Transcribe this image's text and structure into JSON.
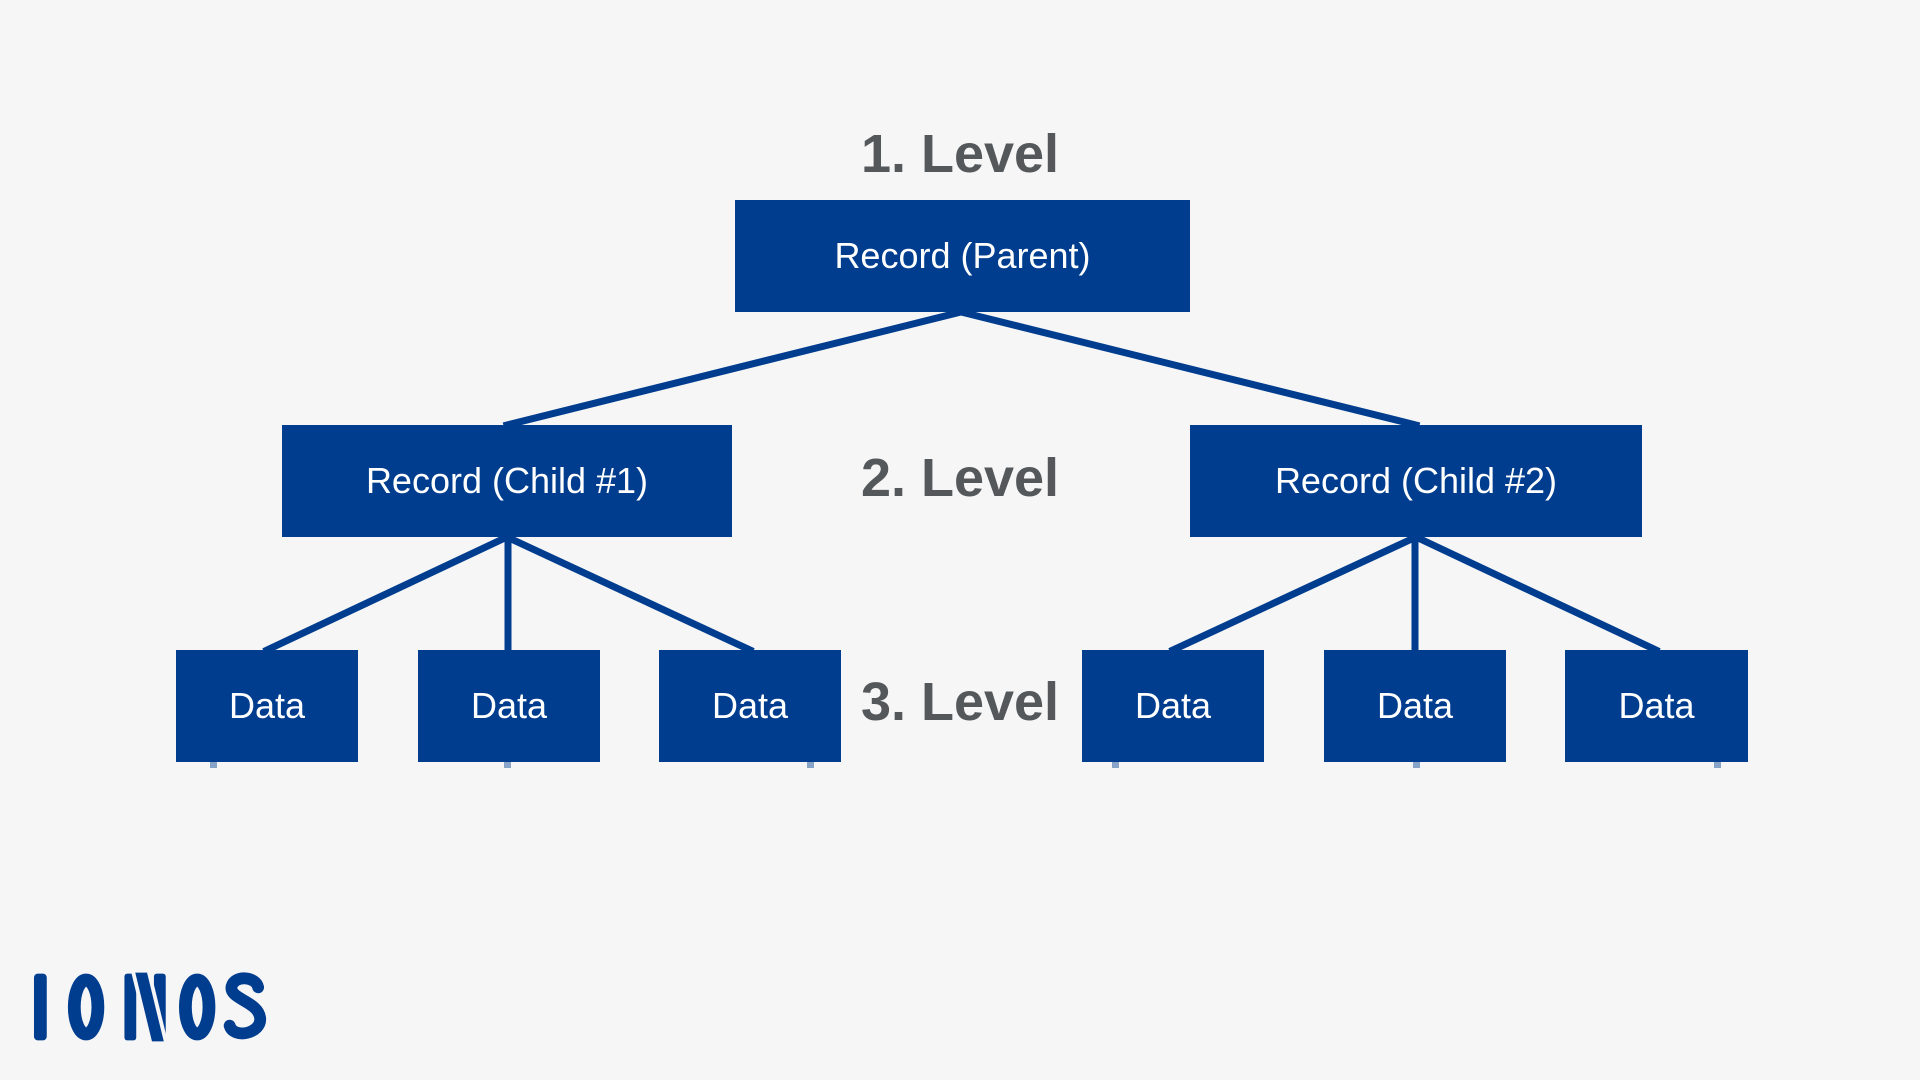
{
  "colors": {
    "background": "#f6f6f7",
    "node": "#003d8f",
    "node_text": "#ffffff",
    "level_label": "#54585a",
    "connector": "#003d8f",
    "logo": "#003d8f"
  },
  "levels": [
    {
      "label": "1. Level"
    },
    {
      "label": "2. Level"
    },
    {
      "label": "3. Level"
    }
  ],
  "nodes": {
    "parent": "Record (Parent)",
    "child1": "Record (Child #1)",
    "child2": "Record (Child #2)",
    "data": [
      "Data",
      "Data",
      "Data",
      "Data",
      "Data",
      "Data"
    ]
  },
  "logo": {
    "text": "IONOS"
  }
}
